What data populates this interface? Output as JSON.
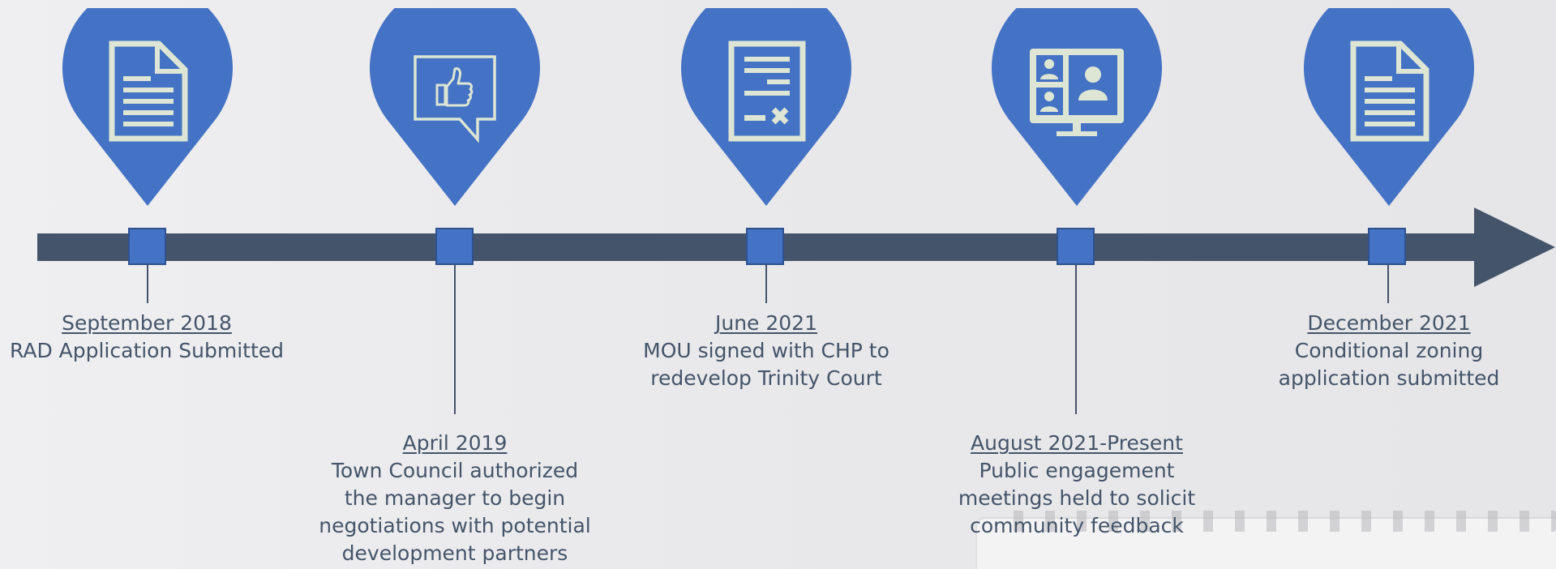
{
  "timeline": {
    "colors": {
      "pin": "#4472c4",
      "pin_border": "#2f528f",
      "icon": "#dde6d4",
      "bar": "#44546a",
      "text": "#44546a"
    },
    "milestones": [
      {
        "id": "sep-2018",
        "date": "September 2018",
        "description": "RAD Application Submitted",
        "icon": "document-icon"
      },
      {
        "id": "apr-2019",
        "date": "April 2019",
        "description": "Town Council authorized the manager to begin negotiations with potential development partners",
        "icon": "thumbs-up-speech-icon"
      },
      {
        "id": "jun-2021",
        "date": "June 2021",
        "description": "MOU signed with CHP to redevelop Trinity Court",
        "icon": "contract-icon"
      },
      {
        "id": "aug-2021",
        "date": "August 2021-Present",
        "description": "Public engagement meetings held to solicit community feedback",
        "icon": "video-conference-icon"
      },
      {
        "id": "dec-2021",
        "date": "December 2021",
        "description": "Conditional zoning application submitted",
        "icon": "document-icon"
      }
    ]
  }
}
